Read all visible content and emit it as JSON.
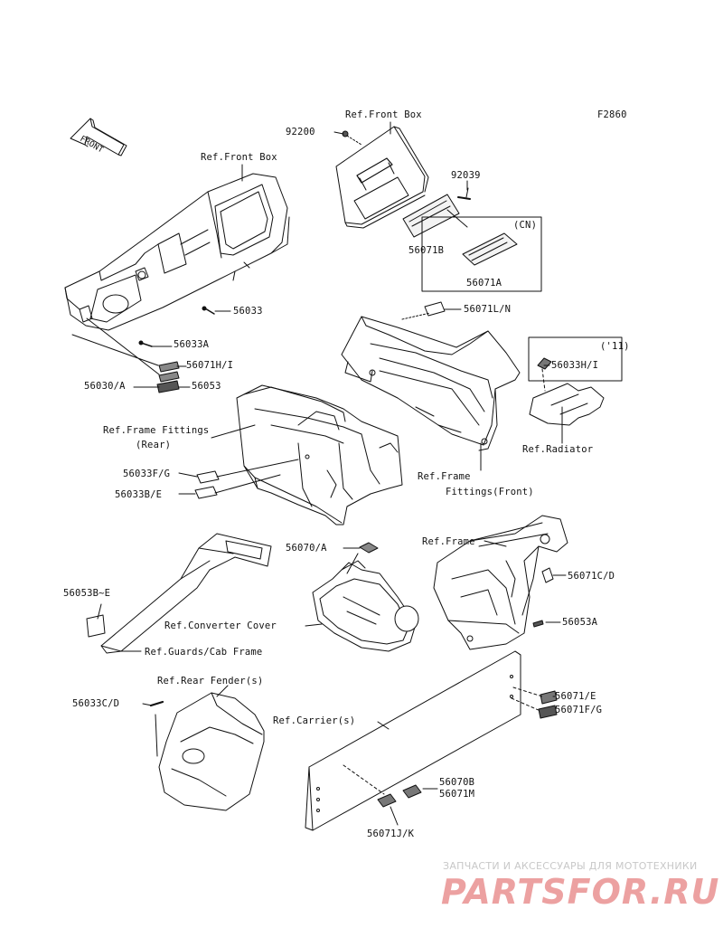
{
  "diagram_code": "F2860",
  "front_arrow": "FRONT",
  "labels": {
    "ref_front_box_top": "Ref.Front Box",
    "ref_front_box_left": "Ref.Front Box",
    "p92200": "92200",
    "p92039": "92039",
    "cn": "(CN)",
    "p56071b": "56071B",
    "p56071a": "56071A",
    "p56033": "56033",
    "p56071ln": "56071L/N",
    "p56033a": "56033A",
    "p56071hi": "56071H/I",
    "p56030a": "56030/A",
    "p56053": "56053",
    "y11": "('11)",
    "p56033hi": "56033H/I",
    "ref_radiator": "Ref.Radiator",
    "ref_frame_fittings_rear_1": "Ref.Frame Fittings",
    "ref_frame_fittings_rear_2": "(Rear)",
    "p56033fg": "56033F/G",
    "p56033be": "56033B/E",
    "ref_frame_fittings_front_1": "Ref.Frame",
    "ref_frame_fittings_front_2": "Fittings(Front)",
    "p56070a": "56070/A",
    "ref_frame": "Ref.Frame",
    "p56071cd": "56071C/D",
    "p56053be": "56053B~E",
    "ref_converter_cover": "Ref.Converter Cover",
    "p56053a": "56053A",
    "ref_guards_cab_frame": "Ref.Guards/Cab Frame",
    "ref_rear_fender": "Ref.Rear Fender(s)",
    "p56033cd": "56033C/D",
    "p56071e": "56071/E",
    "p56071fg": "56071F/G",
    "ref_carrier": "Ref.Carrier(s)",
    "p56070b": "56070B",
    "p56071m": "56071M",
    "p56071jk": "56071J/K"
  },
  "watermark": {
    "line1": "ЗАПЧАСТИ И АКСЕССУАРЫ ДЛЯ МОТОТЕХНИКИ",
    "logo": "PARTSFOR.RU"
  }
}
